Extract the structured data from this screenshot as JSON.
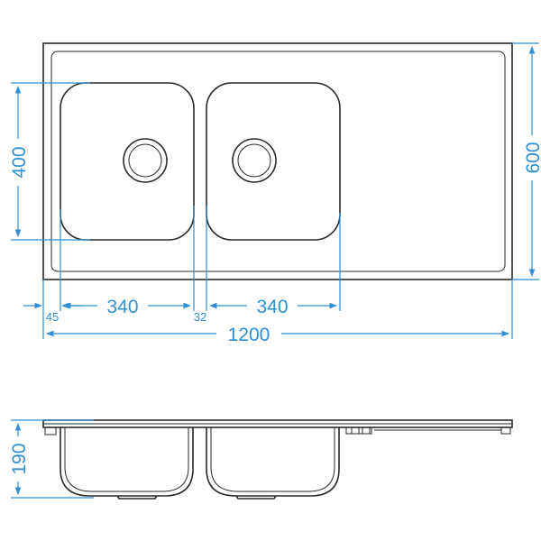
{
  "diagram": {
    "dimensions": {
      "overall_width": "1200",
      "overall_depth": "600",
      "bowl_width_left": "340",
      "bowl_width_right": "340",
      "bowl_length": "400",
      "edge_offset": "45",
      "bowl_gap": "32",
      "bowl_height": "190"
    },
    "colors": {
      "outline": "#2a2a2a",
      "dimension": "#2f8fd0",
      "background": "#ffffff"
    }
  }
}
